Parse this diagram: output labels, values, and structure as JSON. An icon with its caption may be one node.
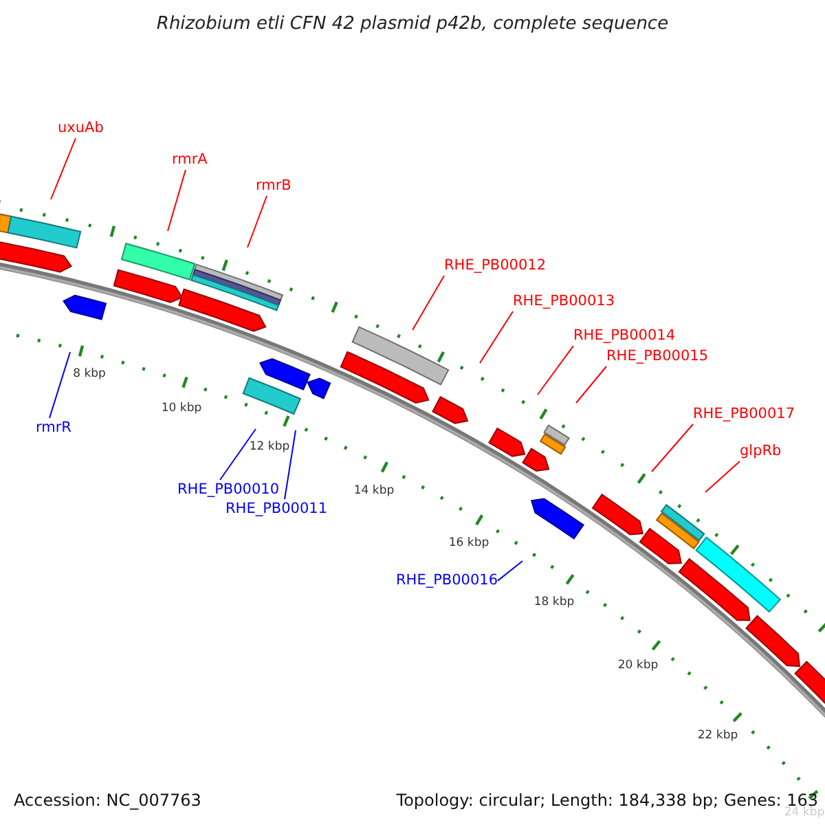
{
  "diagram": {
    "title": "Rhizobium etli CFN 42 plasmid p42b, complete sequence",
    "nodes": [
      {
        "text": [
          "uxuAb"
        ]
      },
      {
        "text": [
          "rmrA"
        ]
      },
      {
        "text": [
          "rmrB"
        ]
      },
      {
        "text": [
          "RHE_PB00012"
        ]
      },
      {
        "text": [
          "RHE_PB00013"
        ]
      },
      {
        "text": [
          "RHE_PB00014"
        ]
      },
      {
        "text": [
          "RHE_PB00015"
        ]
      },
      {
        "text": [
          "RHE_PB00017"
        ]
      },
      {
        "text": [
          "rmrR"
        ]
      },
      {
        "text": [
          "glpRb"
        ]
      },
      {
        "text": [
          "RHE_PB00010"
        ]
      },
      {
        "text": [
          "RHE_PB00011"
        ]
      },
      {
        "text": [
          "RHE_PB00016"
        ]
      }
    ],
    "edges": [
      {
        "from": 0,
        "to": null,
        "arrow": "none"
      },
      {
        "from": 1,
        "to": null,
        "arrow": "none"
      },
      {
        "from": 2,
        "to": null,
        "arrow": "none"
      },
      {
        "from": 3,
        "to": null,
        "arrow": "none"
      },
      {
        "from": 4,
        "to": null,
        "arrow": "none"
      },
      {
        "from": 5,
        "to": null,
        "arrow": "none"
      },
      {
        "from": 6,
        "to": null,
        "arrow": "none"
      },
      {
        "from": 7,
        "to": null,
        "arrow": "none"
      },
      {
        "from": 8,
        "to": null,
        "arrow": "none",
        "color": "#0000ff"
      },
      {
        "from": 9,
        "to": null,
        "arrow": "none"
      },
      {
        "from": 10,
        "to": null,
        "arrow": "none",
        "color": "#0000ff"
      },
      {
        "from": 11,
        "to": null,
        "arrow": "none",
        "color": "#0000ff"
      },
      {
        "from": 12,
        "to": null,
        "arrow": "none",
        "color": "#0000ff"
      }
    ],
    "labels": [
      "8 kbp",
      "10 kbp",
      "12 kbp",
      "14 kbp",
      "16 kbp",
      "18 kbp",
      "20 kbp",
      "22 kbp",
      "24 kbp",
      "Accession: NC_007763",
      "Topology: circular; Length: 184,338 bp; Genes: 163"
    ]
  }
}
